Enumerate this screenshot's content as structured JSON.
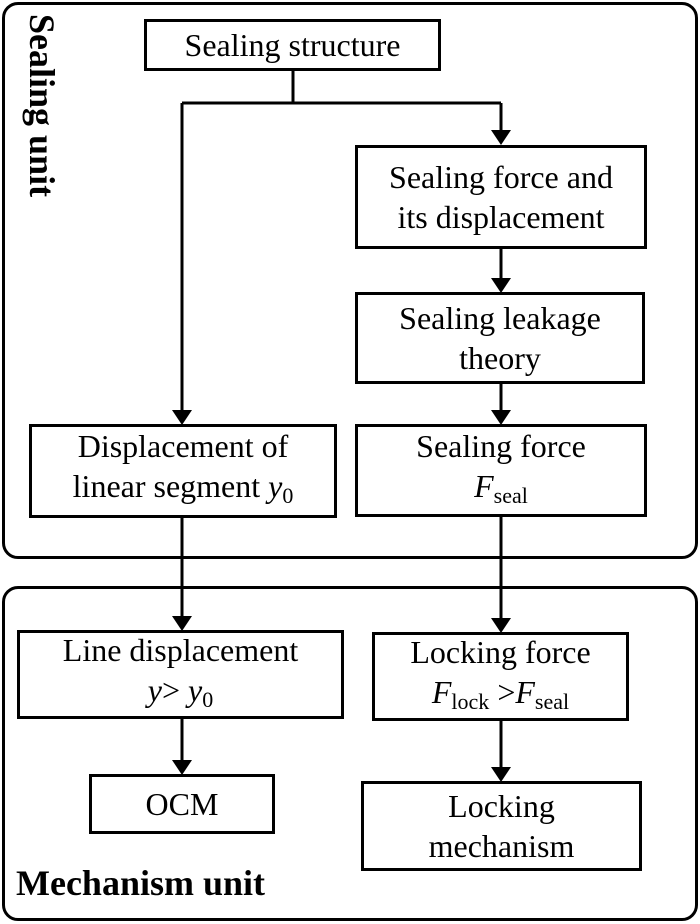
{
  "units": {
    "sealing": "Sealing unit",
    "mechanism": "Mechanism unit"
  },
  "nodes": {
    "sealing_structure": {
      "line1": "Sealing structure"
    },
    "sealing_force_displacement": {
      "line1": "Sealing force and",
      "line2": "its displacement"
    },
    "sealing_leakage_theory": {
      "line1": "Sealing leakage",
      "line2": "theory"
    },
    "sealing_force": {
      "line1": "Sealing force",
      "symbol": "F",
      "subscript": "seal"
    },
    "displacement_linear_segment": {
      "line1": "Displacement of",
      "line2_text": "linear segment ",
      "symbol": "y",
      "subscript": "0"
    },
    "line_displacement": {
      "line1": "Line displacement",
      "lhs": "y",
      "op": "> ",
      "rhs": "y",
      "rhs_sub": "0"
    },
    "locking_force": {
      "line1": "Locking force",
      "lhs": "F",
      "lhs_sub": "lock",
      "op": " >",
      "rhs": "F",
      "rhs_sub": "seal"
    },
    "ocm": {
      "line1": "OCM"
    },
    "locking_mechanism": {
      "line1": "Locking",
      "line2": "mechanism"
    }
  },
  "edges": [
    {
      "from": "sealing_structure",
      "to": "sealing_force_displacement"
    },
    {
      "from": "sealing_structure",
      "to": "displacement_linear_segment"
    },
    {
      "from": "sealing_force_displacement",
      "to": "sealing_leakage_theory"
    },
    {
      "from": "sealing_leakage_theory",
      "to": "sealing_force"
    },
    {
      "from": "displacement_linear_segment",
      "to": "line_displacement"
    },
    {
      "from": "sealing_force",
      "to": "locking_force"
    },
    {
      "from": "line_displacement",
      "to": "ocm"
    },
    {
      "from": "locking_force",
      "to": "locking_mechanism"
    }
  ]
}
